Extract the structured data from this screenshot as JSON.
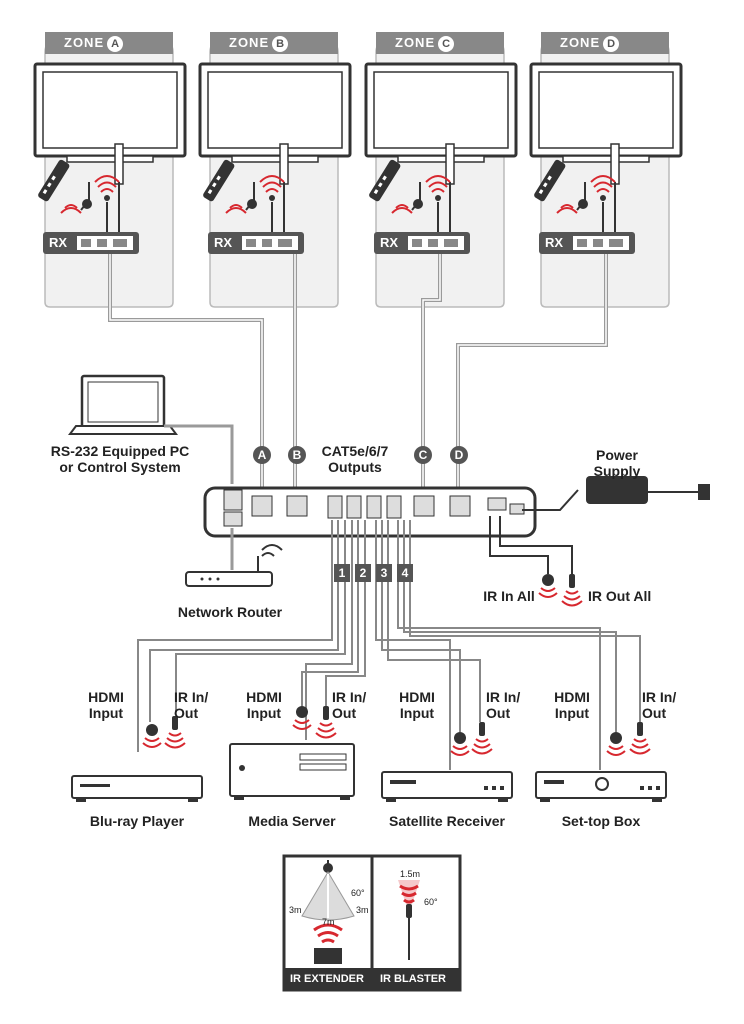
{
  "zones": [
    {
      "word": "ZONE",
      "letter": "A",
      "rx": "RX"
    },
    {
      "word": "ZONE",
      "letter": "B",
      "rx": "RX"
    },
    {
      "word": "ZONE",
      "letter": "C",
      "rx": "RX"
    },
    {
      "word": "ZONE",
      "letter": "D",
      "rx": "RX"
    }
  ],
  "hub": {
    "outputs_label": "CAT5e/6/7\nOutputs",
    "port_letters": [
      "A",
      "B",
      "C",
      "D"
    ],
    "input_numbers": [
      "1",
      "2",
      "3",
      "4"
    ]
  },
  "pc_label": "RS-232 Equipped PC\nor Control System",
  "power_label": "Power\nSupply",
  "router_label": "Network Router",
  "ir_in_all": "IR In All",
  "ir_out_all": "IR Out All",
  "sources": [
    {
      "hdmi": "HDMI\nInput",
      "ir": "IR In/\nOut",
      "name": "Blu-ray Player"
    },
    {
      "hdmi": "HDMI\nInput",
      "ir": "IR In/\nOut",
      "name": "Media Server"
    },
    {
      "hdmi": "HDMI\nInput",
      "ir": "IR In/\nOut",
      "name": "Satellite Receiver"
    },
    {
      "hdmi": "HDMI\nInput",
      "ir": "IR In/\nOut",
      "name": "Set-top Box"
    }
  ],
  "legend": {
    "extender_label": "IR EXTENDER",
    "blaster_label": "IR BLASTER",
    "extender_side_left": "3m",
    "extender_side_right": "3m",
    "extender_distance": "7m",
    "extender_angle": "60°",
    "blaster_distance": "1.5m",
    "blaster_angle": "60°"
  },
  "colors": {
    "ir_red": "#d7282f",
    "badge_gray": "#555555",
    "panel_gray": "#f1f1f1",
    "cable_gray": "#9a9a9a"
  }
}
